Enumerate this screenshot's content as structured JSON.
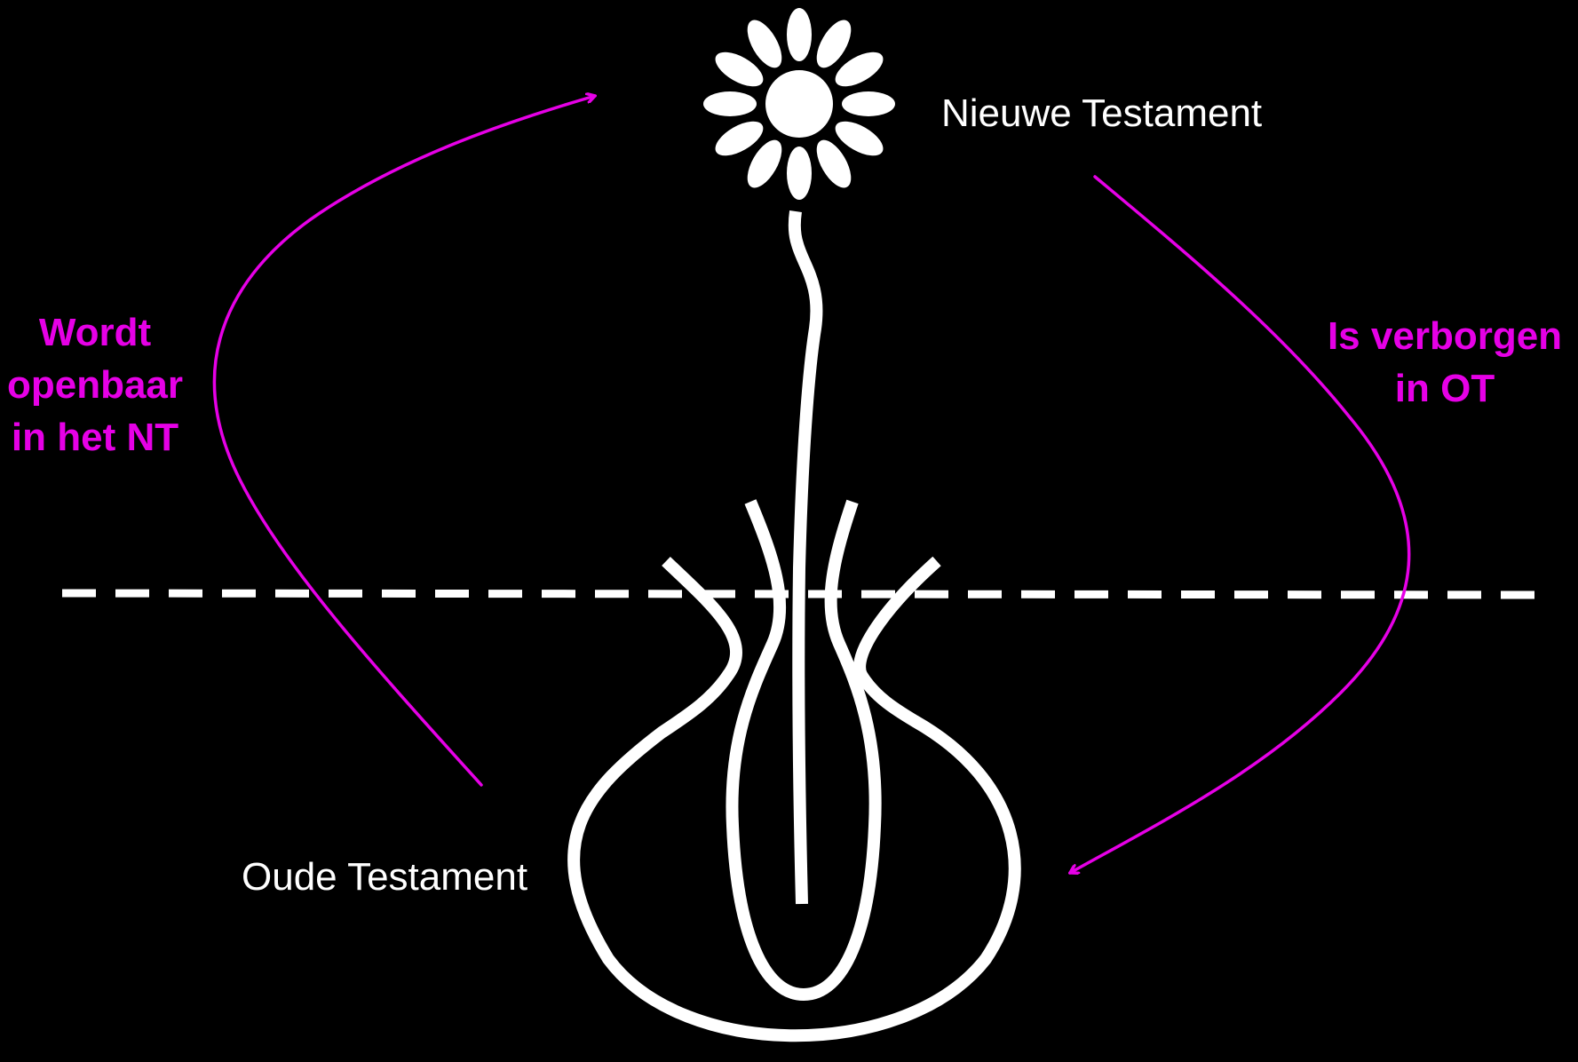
{
  "colors": {
    "background": "#000000",
    "foreground": "#ffffff",
    "accent": "#e600e6"
  },
  "labels": {
    "new_testament": "Nieuwe Testament",
    "old_testament": "Oude Testament",
    "revealed": [
      "Wordt",
      "openbaar",
      "in het NT"
    ],
    "hidden": [
      "Is verborgen",
      "in OT"
    ]
  },
  "icons": {
    "flower": "flower-icon",
    "bulb": "bulb-icon"
  }
}
